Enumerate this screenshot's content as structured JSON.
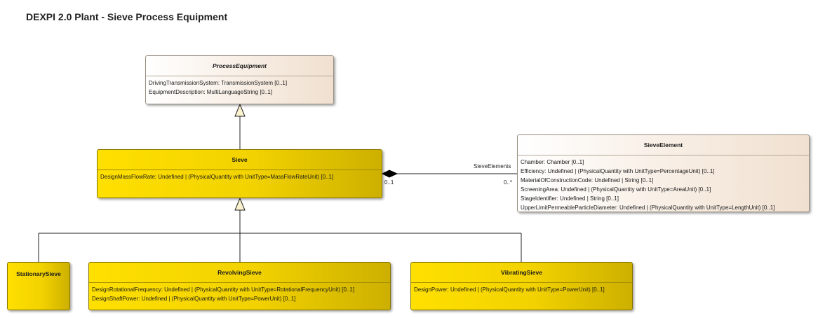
{
  "diagram": {
    "title": "DEXPI 2.0 Plant - Sieve Process Equipment",
    "classes": {
      "process_equipment": {
        "name": "ProcessEquipment",
        "attributes": [
          "DrivingTransmissionSystem: TransmissionSystem [0..1]",
          "EquipmentDescription: MultiLanguageString [0..1]"
        ]
      },
      "sieve": {
        "name": "Sieve",
        "attributes": [
          "DesignMassFlowRate: Undefined | (PhysicalQuantity with UnitType=MassFlowRateUnit) [0..1]"
        ]
      },
      "sieve_element": {
        "name": "SieveElement",
        "attributes": [
          "Chamber: Chamber [0..1]",
          "Efficiency: Undefined | (PhysicalQuantity with UnitType=PercentageUnit) [0..1]",
          "MaterialOfConstructionCode: Undefined | String [0..1]",
          "ScreeningArea: Undefined | (PhysicalQuantity with UnitType=AreaUnit) [0..1]",
          "StageIdentifier: Undefined | String [0..1]",
          "UpperLimitPermeableParticleDiameter: Undefined | (PhysicalQuantity with UnitType=LengthUnit) [0..1]"
        ]
      },
      "stationary_sieve": {
        "name": "StationarySieve",
        "attributes": []
      },
      "revolving_sieve": {
        "name": "RevolvingSieve",
        "attributes": [
          "DesignRotationalFrequency: Undefined | (PhysicalQuantity with UnitType=RotationalFrequencyUnit) [0..1]",
          "DesignShaftPower: Undefined | (PhysicalQuantity with UnitType=PowerUnit) [0..1]"
        ]
      },
      "vibrating_sieve": {
        "name": "VibratingSieve",
        "attributes": [
          "DesignPower: Undefined | (PhysicalQuantity with UnitType=PowerUnit) [0..1]"
        ]
      }
    },
    "association": {
      "role": "SieveElements",
      "source_multiplicity": "0..1",
      "target_multiplicity": "0..*"
    }
  }
}
